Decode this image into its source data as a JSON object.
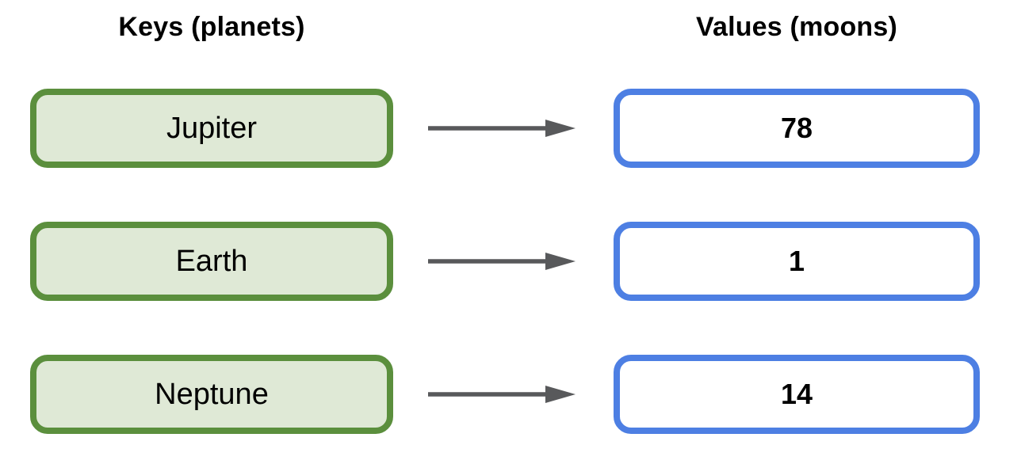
{
  "headers": {
    "keys": "Keys (planets)",
    "values": "Values (moons)"
  },
  "pairs": [
    {
      "key": "Jupiter",
      "value": "78"
    },
    {
      "key": "Earth",
      "value": "1"
    },
    {
      "key": "Neptune",
      "value": "14"
    }
  ],
  "colors": {
    "key-border": "#5b8f3d",
    "key-fill": "#dfe9d6",
    "value-border": "#4d7fe3",
    "value-fill": "#ffffff",
    "arrow": "#58595b",
    "text": "#000000",
    "bg": "#ffffff"
  }
}
